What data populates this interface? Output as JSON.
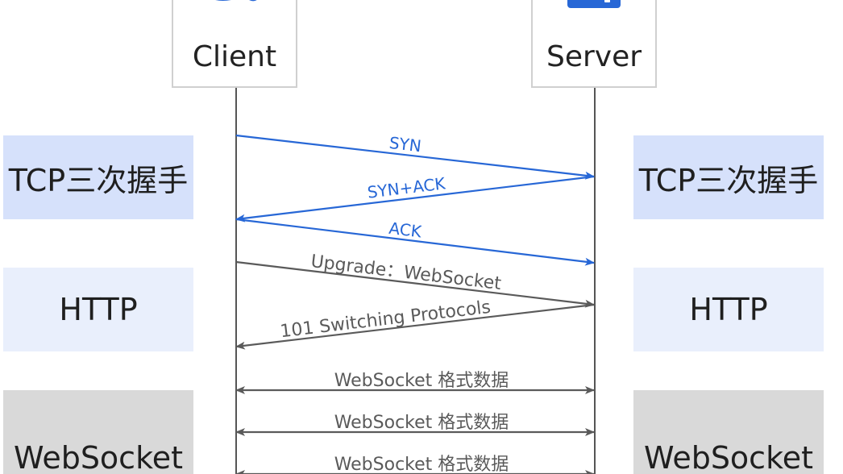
{
  "actors": {
    "client": {
      "label": "Client",
      "icon": "client-icon"
    },
    "server": {
      "label": "Server",
      "icon": "server-icon"
    }
  },
  "phases": {
    "tcp": "TCP三次握手",
    "http": "HTTP",
    "websocket": "WebSocket"
  },
  "colors": {
    "tcp_arrow": "#2767d6",
    "http_arrow": "#5a5a5a",
    "ws_arrow": "#5a5a5a",
    "tcp_band": "#d6e1fb",
    "http_band": "#e9effc",
    "ws_band": "#d9d9d9"
  },
  "messages": [
    {
      "id": "syn",
      "label": "SYN",
      "from": "client",
      "to": "server",
      "kind": "tcp"
    },
    {
      "id": "syn-ack",
      "label": "SYN+ACK",
      "from": "server",
      "to": "client",
      "kind": "tcp"
    },
    {
      "id": "ack",
      "label": "ACK",
      "from": "client",
      "to": "server",
      "kind": "tcp"
    },
    {
      "id": "upgrade",
      "label": "Upgrade：WebSocket",
      "from": "client",
      "to": "server",
      "kind": "http"
    },
    {
      "id": "switching",
      "label": "101 Switching Protocols",
      "from": "server",
      "to": "client",
      "kind": "http"
    },
    {
      "id": "ws-1",
      "label": "WebSocket 格式数据",
      "from": "client",
      "to": "server",
      "kind": "ws",
      "bidirectional": true
    },
    {
      "id": "ws-2",
      "label": "WebSocket 格式数据",
      "from": "client",
      "to": "server",
      "kind": "ws",
      "bidirectional": true
    },
    {
      "id": "ws-3",
      "label": "WebSocket 格式数据",
      "from": "client",
      "to": "server",
      "kind": "ws",
      "bidirectional": true
    }
  ]
}
